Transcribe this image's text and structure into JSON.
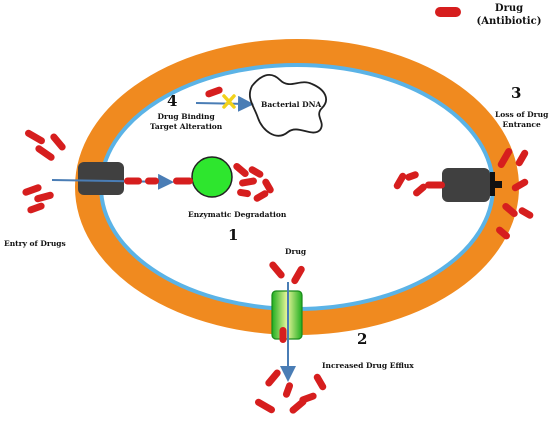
{
  "legend": {
    "title": "Drug",
    "subtitle": "(Antibiotic)"
  },
  "labels": {
    "entry": "Entry of Drugs",
    "enzymatic": "Enzymatic Degradation",
    "target_line1": "Drug Binding",
    "target_line2": "Target Alteration",
    "dna": "Bacterial DNA",
    "loss_line1": "Loss of Drug",
    "loss_line2": "Entrance",
    "drug": "Drug",
    "efflux": "Increased Drug Efflux"
  },
  "numbers": {
    "one": "1",
    "two": "2",
    "three": "3",
    "four": "4"
  },
  "colors": {
    "membrane_outer": "#F08A1F",
    "membrane_inner": "#5BB3E6",
    "drug": "#D61E1E",
    "enzyme": "#2EE62E",
    "channel": "#404040",
    "pump": "#22CC22",
    "arrow": "#4A7DB5",
    "block_mark": "#F2D21B"
  }
}
